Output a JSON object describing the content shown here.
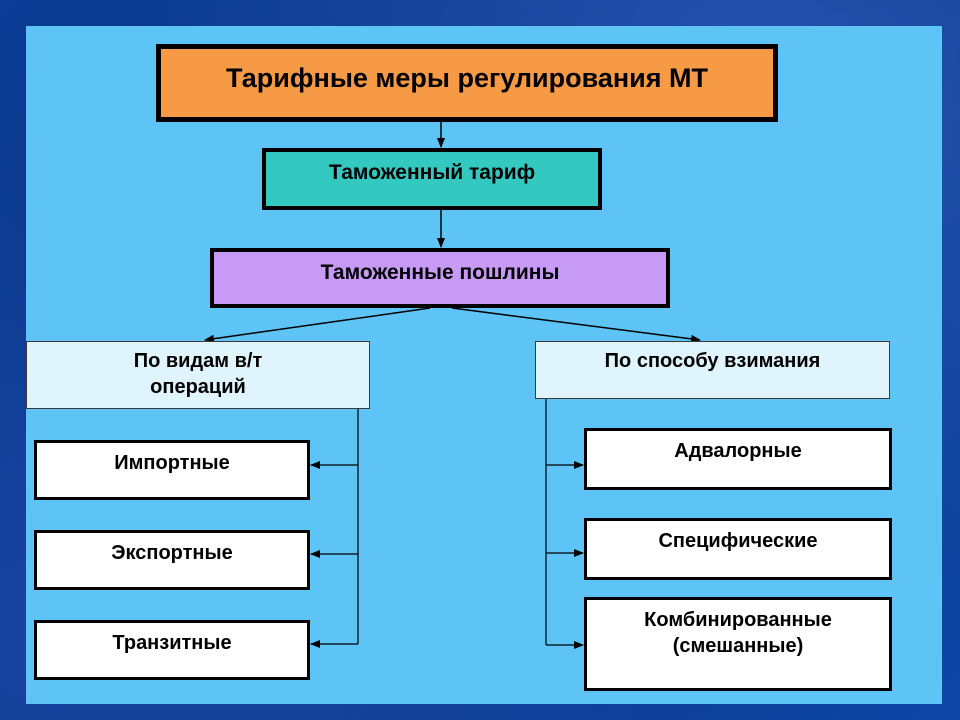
{
  "diagram": {
    "title": "Тарифные меры регулирования МТ",
    "tariff": "Таможенный тариф",
    "duties": "Таможенные пошлины",
    "left_category": {
      "line1": "По видам в/т",
      "line2": "операций"
    },
    "right_category": "По способу взимания",
    "left_items": [
      "Импортные",
      "Экспортные",
      "Транзитные"
    ],
    "right_items": [
      "Адвалорные",
      "Специфические"
    ],
    "combined": {
      "line1": "Комбинированные",
      "line2": "(смешанные)"
    }
  },
  "colors": {
    "title_fill": "#f79a46",
    "tariff_fill": "#33c9c0",
    "duties_fill": "#c79af5",
    "category_fill": "#dff4fd",
    "leaf_fill": "#ffffff",
    "panel": "#5ec3f5",
    "background": "#0a3a8c"
  }
}
